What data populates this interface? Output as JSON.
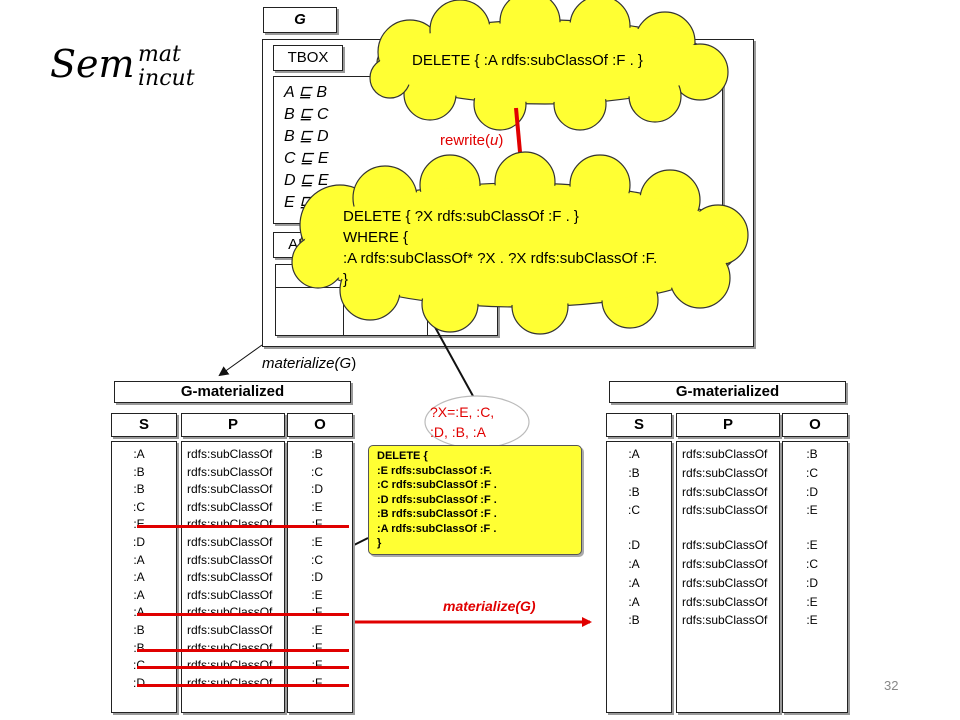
{
  "title": {
    "base": "Sem",
    "sup": "mat",
    "sub": "incut"
  },
  "graph": {
    "label": "G",
    "tbox_label": "TBOX",
    "abox_label": "ABO",
    "axioms": [
      "A ⊑ B",
      "B ⊑ C",
      "B ⊑ D",
      "C ⊑ E",
      "D ⊑ E",
      "E ⊑"
    ]
  },
  "cloud_top": {
    "text": "DELETE { :A rdfs:subClassOf  :F . }"
  },
  "rewrite": {
    "text": "rewrite(",
    "arg": "u",
    "close": ")"
  },
  "cloud_mid": {
    "lines": [
      "DELETE { ?X rdfs:subClassOf :F . }",
      "WHERE {",
      ":A rdfs:subClassOf* ?X . ?X rdfs:subClassOf :F.",
      "}"
    ]
  },
  "materialize_label": {
    "text": "materialize(",
    "arg": "G",
    "close": ")"
  },
  "bubble": {
    "lines": [
      "?X=:E, :C,",
      ":D, :B, :A"
    ]
  },
  "note": {
    "lines": [
      "DELETE {",
      ":E rdfs:subClassOf :F.",
      ":C rdfs:subClassOf :F .",
      ":D rdfs:subClassOf :F .",
      ":B rdfs:subClassOf :F .",
      ":A rdfs:subClassOf :F .",
      "}"
    ]
  },
  "materialize_red": "materialize(G)",
  "left_table": {
    "title": "G-materialized",
    "headers": [
      "S",
      "P",
      "O"
    ],
    "rows": [
      [
        ":A",
        "rdfs:subClassOf",
        ":B"
      ],
      [
        ":B",
        "rdfs:subClassOf",
        ":C"
      ],
      [
        ":B",
        "rdfs:subClassOf",
        ":D"
      ],
      [
        ":C",
        "rdfs:subClassOf",
        ":E"
      ],
      [
        ":E",
        "rdfs:subClassOf",
        ":F"
      ],
      [
        ":D",
        "rdfs:subClassOf",
        ":E"
      ],
      [
        ":A",
        "rdfs:subClassOf",
        ":C"
      ],
      [
        ":A",
        "rdfs:subClassOf",
        ":D"
      ],
      [
        ":A",
        "rdfs:subClassOf",
        ":E"
      ],
      [
        ":A",
        "rdfs:subClassOf",
        ":F"
      ],
      [
        ":B",
        "rdfs:subClassOf",
        ":E"
      ],
      [
        ":B",
        "rdfs:subClassOf",
        ":F"
      ],
      [
        ":C",
        "rdfs:subClassOf",
        ":F"
      ],
      [
        ":D",
        "rdfs:subClassOf",
        ":F"
      ]
    ]
  },
  "right_table": {
    "title": "G-materialized",
    "headers": [
      "S",
      "P",
      "O"
    ],
    "rows": [
      [
        ":A",
        "rdfs:subClassOf",
        ":B"
      ],
      [
        ":B",
        "rdfs:subClassOf",
        ":C"
      ],
      [
        ":B",
        "rdfs:subClassOf",
        ":D"
      ],
      [
        ":C",
        "rdfs:subClassOf",
        ":E"
      ],
      [
        ":D",
        "rdfs:subClassOf",
        ":E"
      ],
      [
        ":A",
        "rdfs:subClassOf",
        ":C"
      ],
      [
        ":A",
        "rdfs:subClassOf",
        ":D"
      ],
      [
        ":A",
        "rdfs:subClassOf",
        ":E"
      ],
      [
        ":B",
        "rdfs:subClassOf",
        ":E"
      ]
    ]
  },
  "page_number": "32",
  "colors": {
    "cloud": "#ffff33",
    "strike": "#e00000",
    "arrow": "#e00000"
  }
}
